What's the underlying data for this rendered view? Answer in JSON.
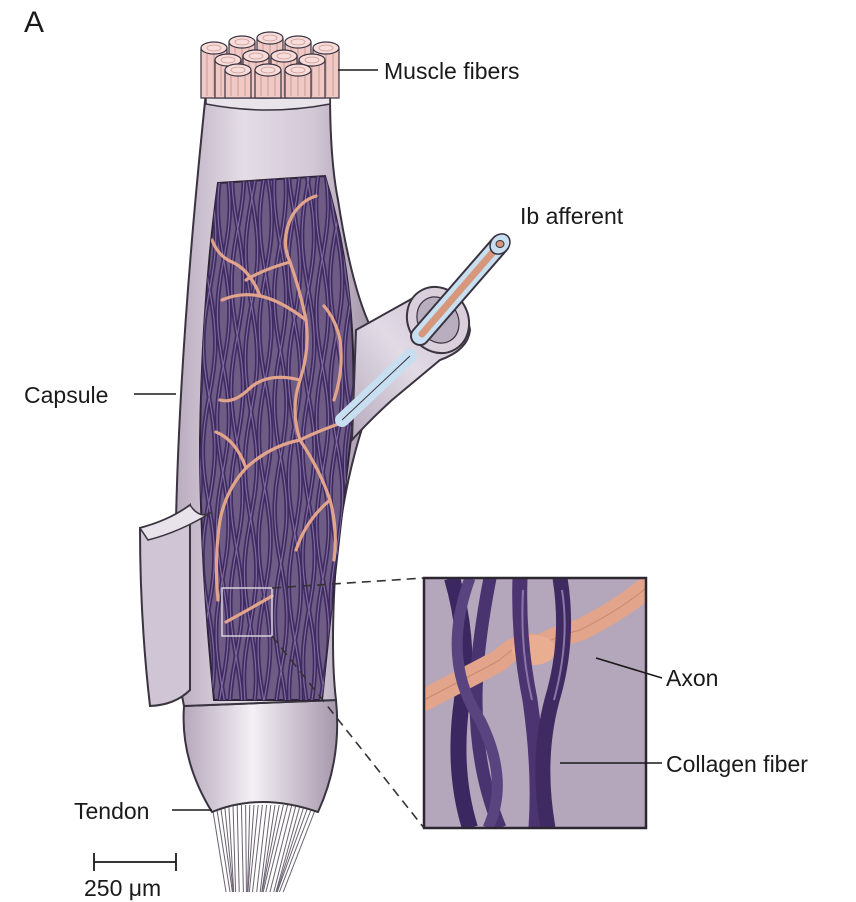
{
  "panel_letter": "A",
  "labels": {
    "muscle_fibers": "Muscle fibers",
    "ib_afferent": "Ib afferent",
    "capsule": "Capsule",
    "axon": "Axon",
    "collagen_fiber": "Collagen fiber",
    "tendon": "Tendon",
    "scale_bar": "250 μm"
  },
  "colors": {
    "capsule": "#cfc6d3",
    "capsule_shadow": "#a89aae",
    "interior": "#6e5c85",
    "collagen": "#4b3470",
    "axon": "#e2a48a",
    "inset_bg": "#b4a6bb",
    "muscle_fiber": "#f0c8c4",
    "afferent_sheath": "#c7dff0"
  }
}
